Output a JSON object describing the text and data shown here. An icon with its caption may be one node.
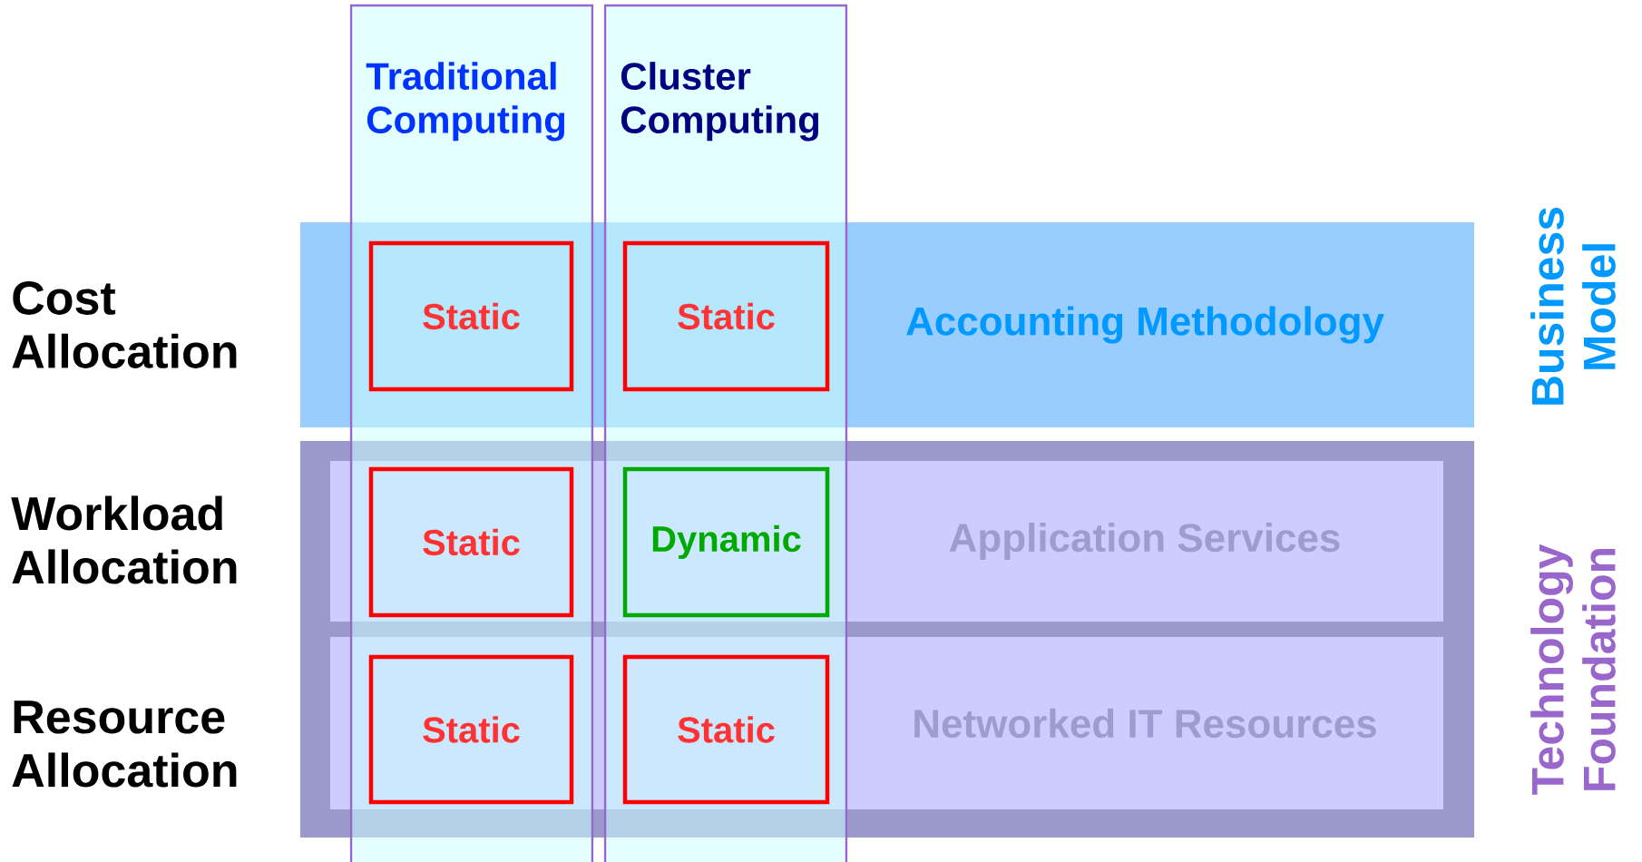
{
  "diagram": {
    "nodes": [
      {
        "text": [
          "Traditional Computing"
        ]
      },
      {
        "text": [
          "Cluster Computing"
        ]
      },
      {
        "text": [
          "Accounting Methodology"
        ],
        "beside": [
          "Business Model"
        ]
      },
      {
        "text": [],
        "shape": "box",
        "beside": [
          "Technology Foundation"
        ]
      },
      {
        "text": [
          "Application Services"
        ],
        "in": 3
      },
      {
        "text": [
          "Networked IT Resources"
        ],
        "in": 3
      },
      {
        "text": [
          "Static"
        ]
      },
      {
        "text": [
          "Static"
        ]
      },
      {
        "text": [
          "Static"
        ]
      },
      {
        "text": [
          "Dynamic"
        ]
      },
      {
        "text": [
          "Static"
        ]
      },
      {
        "text": [
          "Static"
        ]
      }
    ],
    "edges": [],
    "labels": [
      "Cost Allocation",
      "Workload Allocation",
      "Resource Allocation"
    ]
  }
}
